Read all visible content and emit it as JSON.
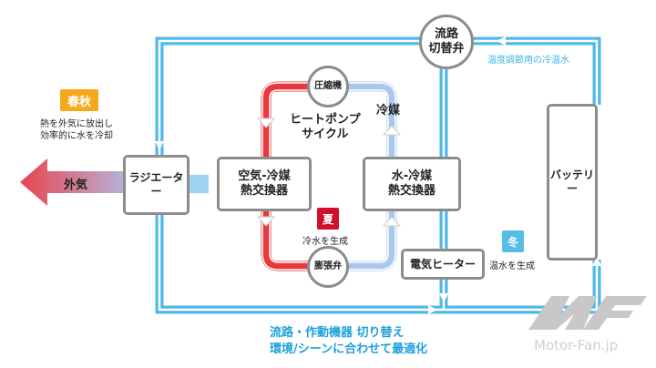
{
  "colors": {
    "water": "#4fb8ea",
    "hot": "#e8383d",
    "cold": "#a9c8ec",
    "box_border": "#8c8c8c",
    "spring": "#f5a81c",
    "summer": "#d0102b",
    "winter": "#56bde9",
    "caption": "#1fa0dc"
  },
  "nodes": {
    "valve": "流路\n切替弁",
    "radiator": "ラジエーター",
    "air_hx": "空気-冷媒\n熱交換器",
    "water_hx": "水-冷媒\n熱交換器",
    "battery": "バッテリー",
    "heater": "電気ヒーター",
    "compressor": "圧縮機",
    "expansion_valve": "膨張弁"
  },
  "labels": {
    "outside_air": "外気",
    "heat_pump": "ヒートポンプ\nサイクル",
    "refrigerant": "冷媒",
    "temp_water": "温度調節用の冷温水",
    "spring_autumn_badge": "春秋",
    "spring_autumn_desc": "熱を外気に放出し\n効率的に水を冷却",
    "summer_badge": "夏",
    "summer_desc": "冷水を生成",
    "winter_badge": "冬",
    "winter_desc": "温水を生成",
    "caption_line1": "流路・作動機器 切り替え",
    "caption_line2": "環境/シーンに合わせて最適化"
  },
  "watermark": "Motor-Fan.jp"
}
